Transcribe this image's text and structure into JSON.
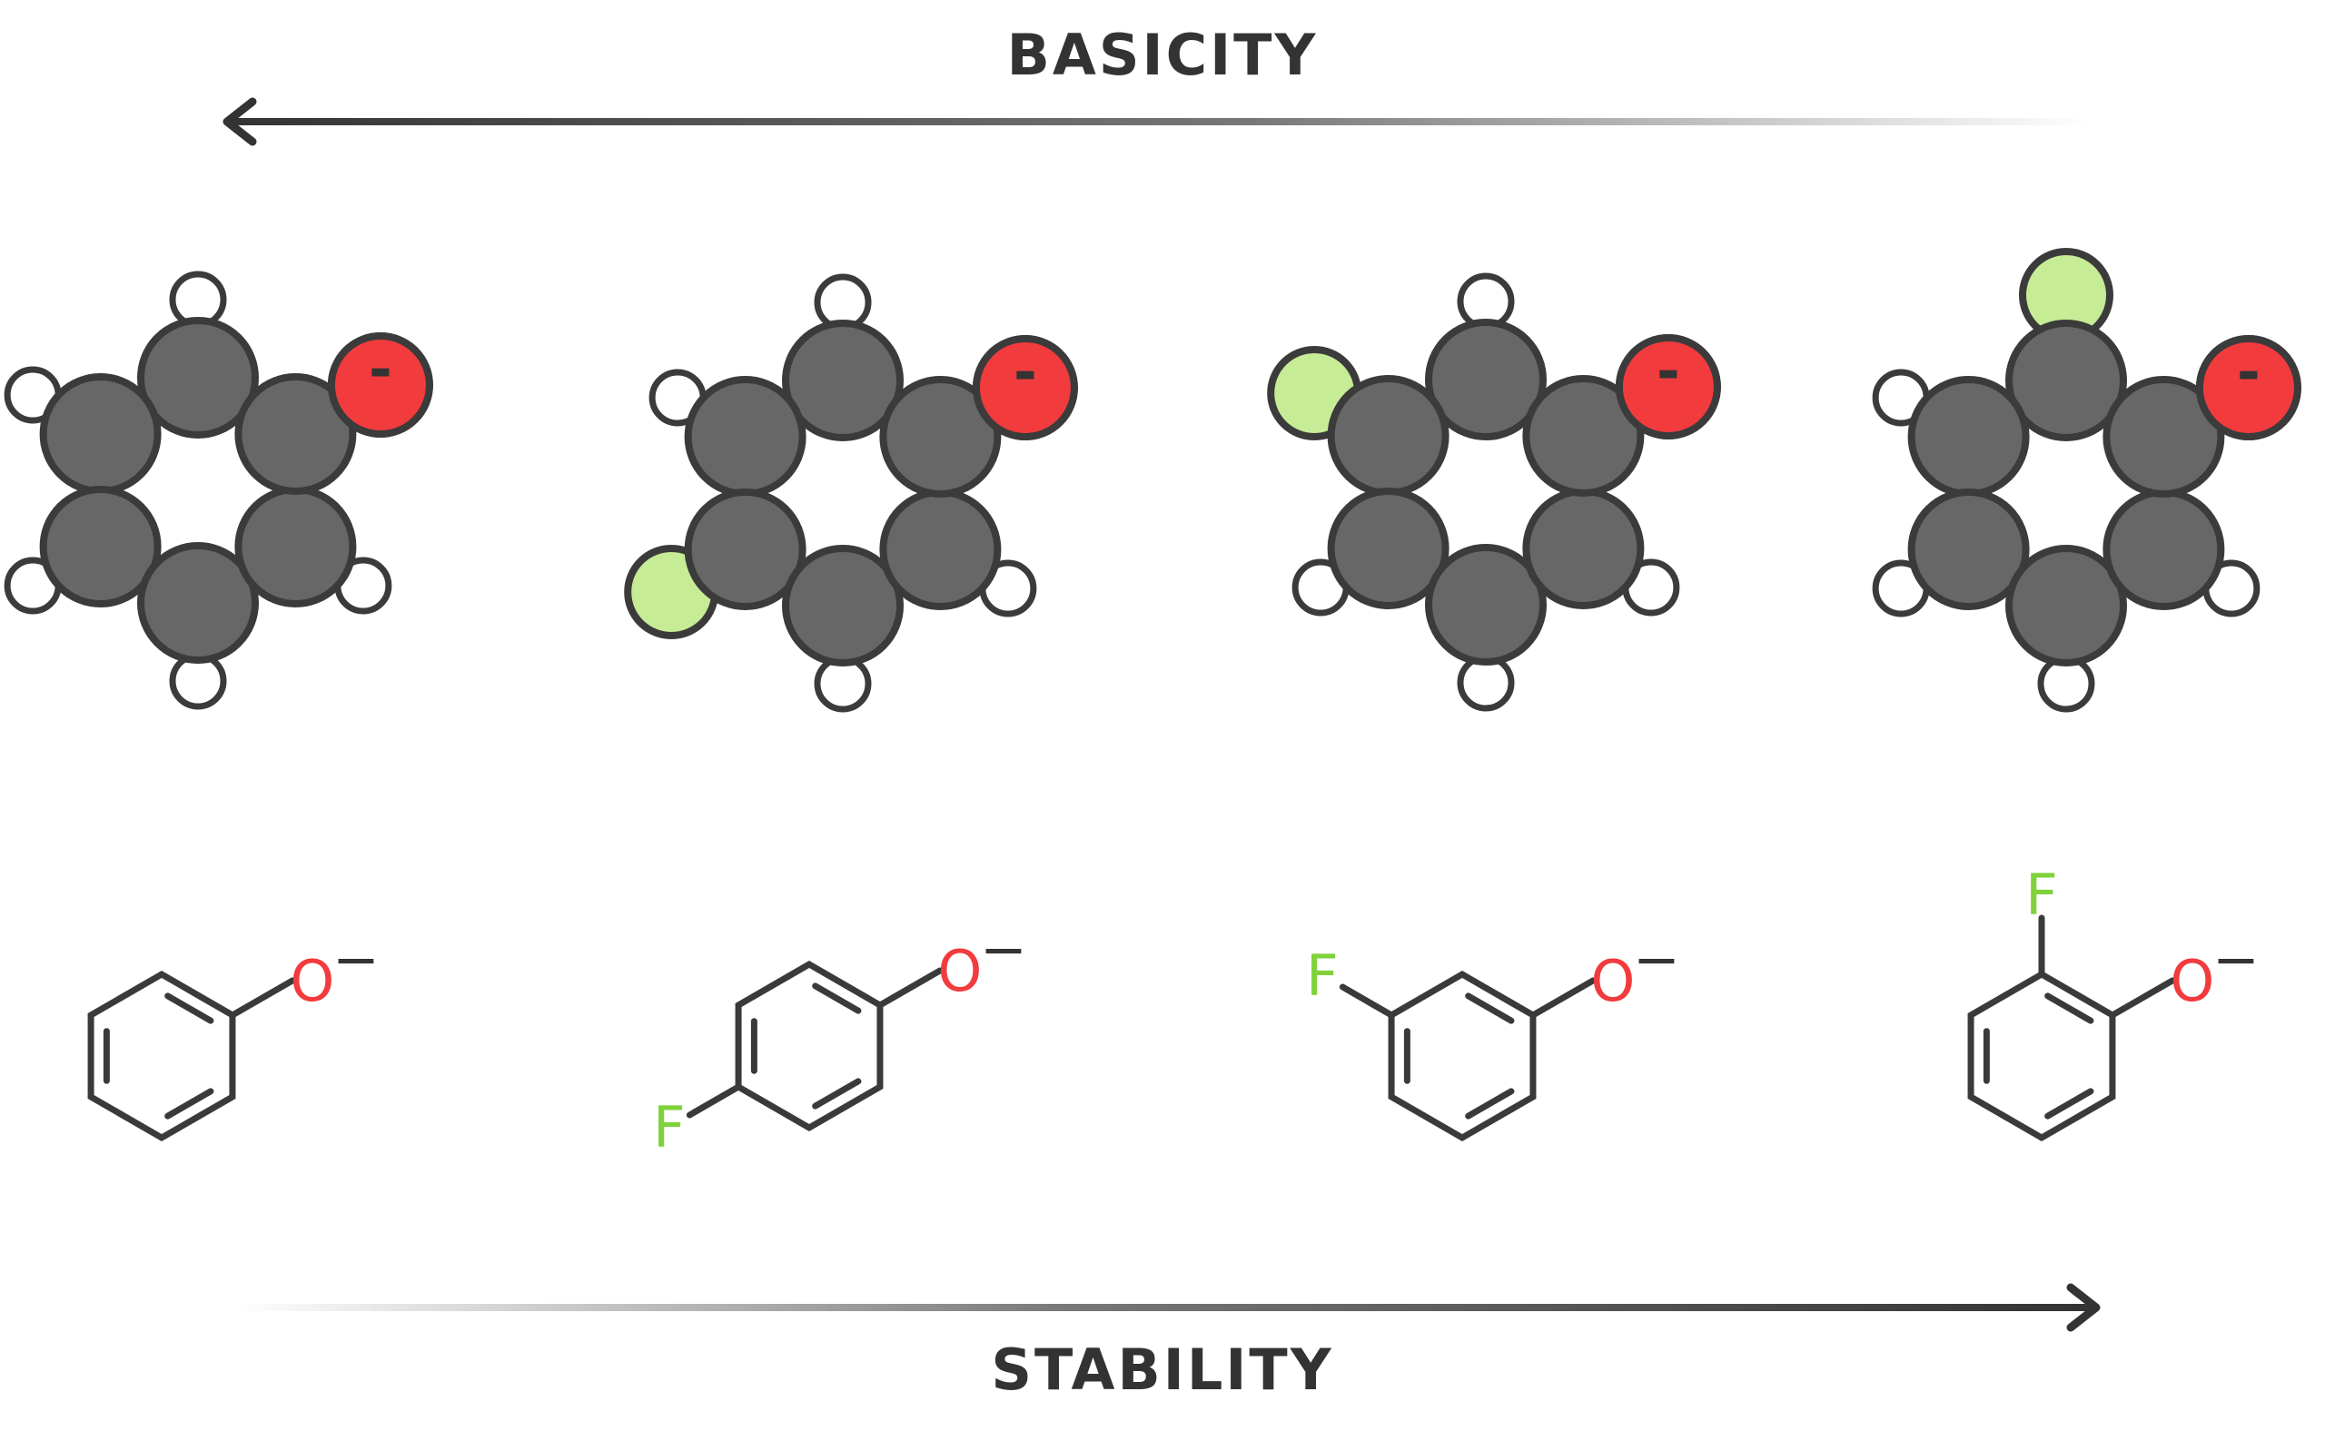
{
  "arrows": {
    "top": {
      "label": "BASICITY",
      "direction": "left"
    },
    "bottom": {
      "label": "STABILITY",
      "direction": "right"
    }
  },
  "colors": {
    "carbon": "#676767",
    "hydrogen": "#ffffff",
    "oxygen": "#f23b3d",
    "fluorine": "#c6ec96",
    "outline": "#3b3b3b",
    "oxygen_label": "#f23b3d",
    "fluorine_label": "#7fd23a",
    "text": "#333333"
  },
  "structures": [
    {
      "id": "phenoxide",
      "oxygen_label": "O",
      "charge": "−",
      "fluorine_label": "",
      "space_fill_charge": "-"
    },
    {
      "id": "para-fluorophenoxide",
      "oxygen_label": "O",
      "charge": "−",
      "fluorine_label": "F",
      "space_fill_charge": "-"
    },
    {
      "id": "meta-fluorophenoxide",
      "oxygen_label": "O",
      "charge": "−",
      "fluorine_label": "F",
      "space_fill_charge": "-"
    },
    {
      "id": "ortho-fluorophenoxide",
      "oxygen_label": "O",
      "charge": "−",
      "fluorine_label": "F",
      "space_fill_charge": "-"
    }
  ]
}
